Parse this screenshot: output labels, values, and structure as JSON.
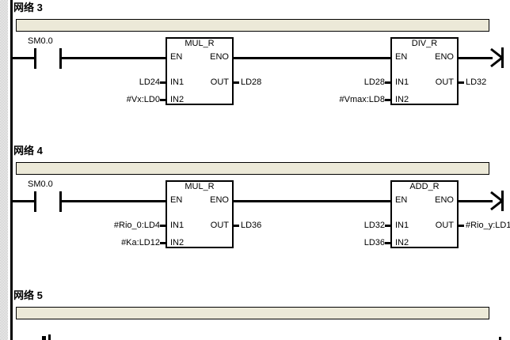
{
  "pins": {
    "en": "EN",
    "eno": "ENO",
    "in1": "IN1",
    "in2": "IN2",
    "out": "OUT"
  },
  "networks": [
    {
      "title": "网络 3",
      "comment": "",
      "contact_label": "SM0.0",
      "blocks": [
        {
          "name": "MUL_R",
          "in1": "LD24",
          "in2": "#Vx:LD0",
          "out": "LD28"
        },
        {
          "name": "DIV_R",
          "in1": "LD28",
          "in2": "#Vmax:LD8",
          "out": "LD32"
        }
      ]
    },
    {
      "title": "网络 4",
      "comment": "",
      "contact_label": "SM0.0",
      "blocks": [
        {
          "name": "MUL_R",
          "in1": "#Rio_0:LD4",
          "in2": "#Ka:LD12",
          "out": "LD36"
        },
        {
          "name": "ADD_R",
          "in1": "LD32",
          "in2": "LD36",
          "out": "#Rio_y:LD1"
        }
      ]
    },
    {
      "title": "网络 5",
      "comment": ""
    }
  ],
  "colors": {
    "comment_bar": "#ECE9D8",
    "wire": "#000000",
    "background": "#FFFFFF",
    "gutter_gray": "#BFBFBF"
  }
}
